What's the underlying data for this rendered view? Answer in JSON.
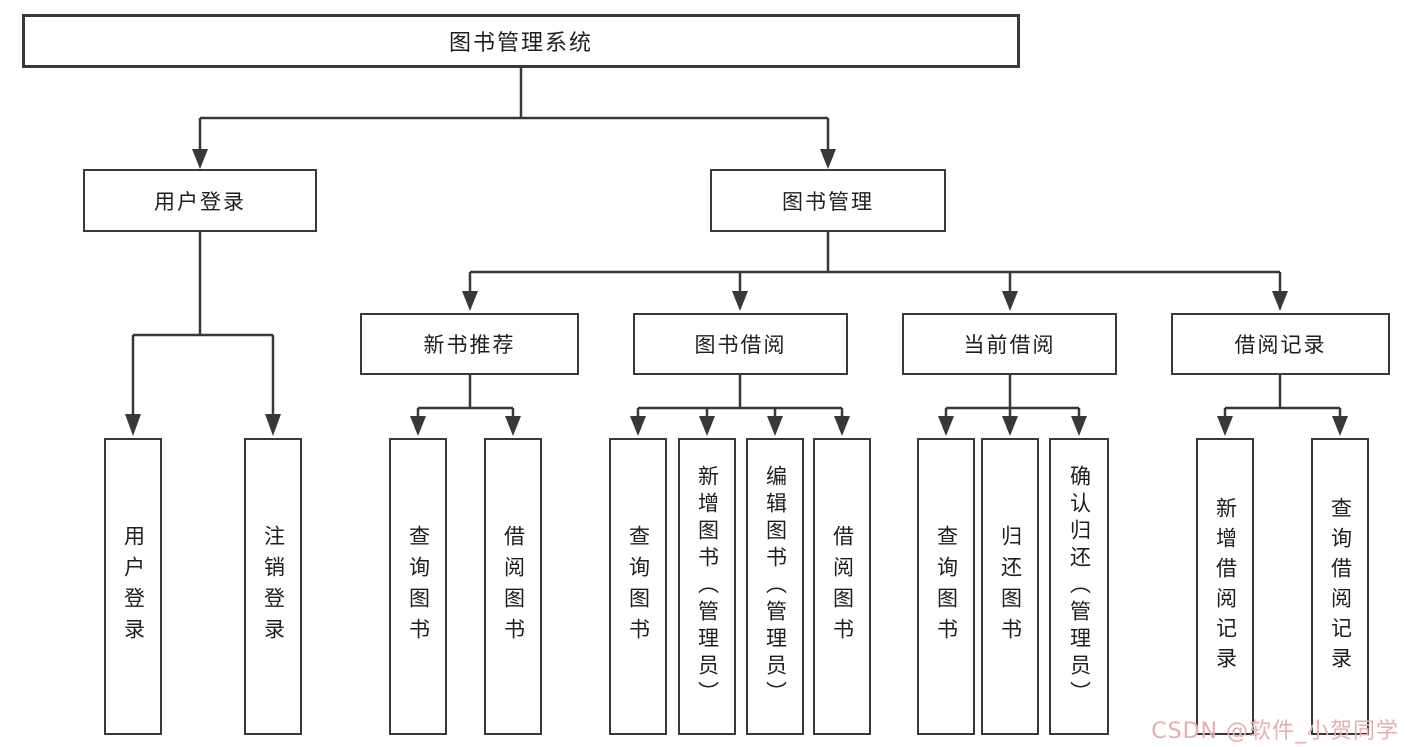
{
  "diagram": {
    "root": {
      "label": "图书管理系统"
    },
    "branches": [
      {
        "label": "用户登录",
        "children": [
          {
            "label": "用户登录"
          },
          {
            "label": "注销登录"
          }
        ]
      },
      {
        "label": "图书管理",
        "children": [
          {
            "label": "新书推荐",
            "children": [
              {
                "label": "查询图书"
              },
              {
                "label": "借阅图书"
              }
            ]
          },
          {
            "label": "图书借阅",
            "children": [
              {
                "label": "查询图书"
              },
              {
                "label": "新增图书（管理员）"
              },
              {
                "label": "编辑图书（管理员）"
              },
              {
                "label": "借阅图书"
              }
            ]
          },
          {
            "label": "当前借阅",
            "children": [
              {
                "label": "查询图书"
              },
              {
                "label": "归还图书"
              },
              {
                "label": "确认归还（管理员）"
              }
            ]
          },
          {
            "label": "借阅记录",
            "children": [
              {
                "label": "新增借阅记录"
              },
              {
                "label": "查询借阅记录"
              }
            ]
          }
        ]
      }
    ],
    "watermark": {
      "label": "CSDN @软件_小贺同学",
      "color": "#e7aeae"
    },
    "colors": {
      "line": "#383838",
      "box_border": "#383838",
      "text": "#1e1e1e",
      "background": "#ffffff"
    }
  }
}
